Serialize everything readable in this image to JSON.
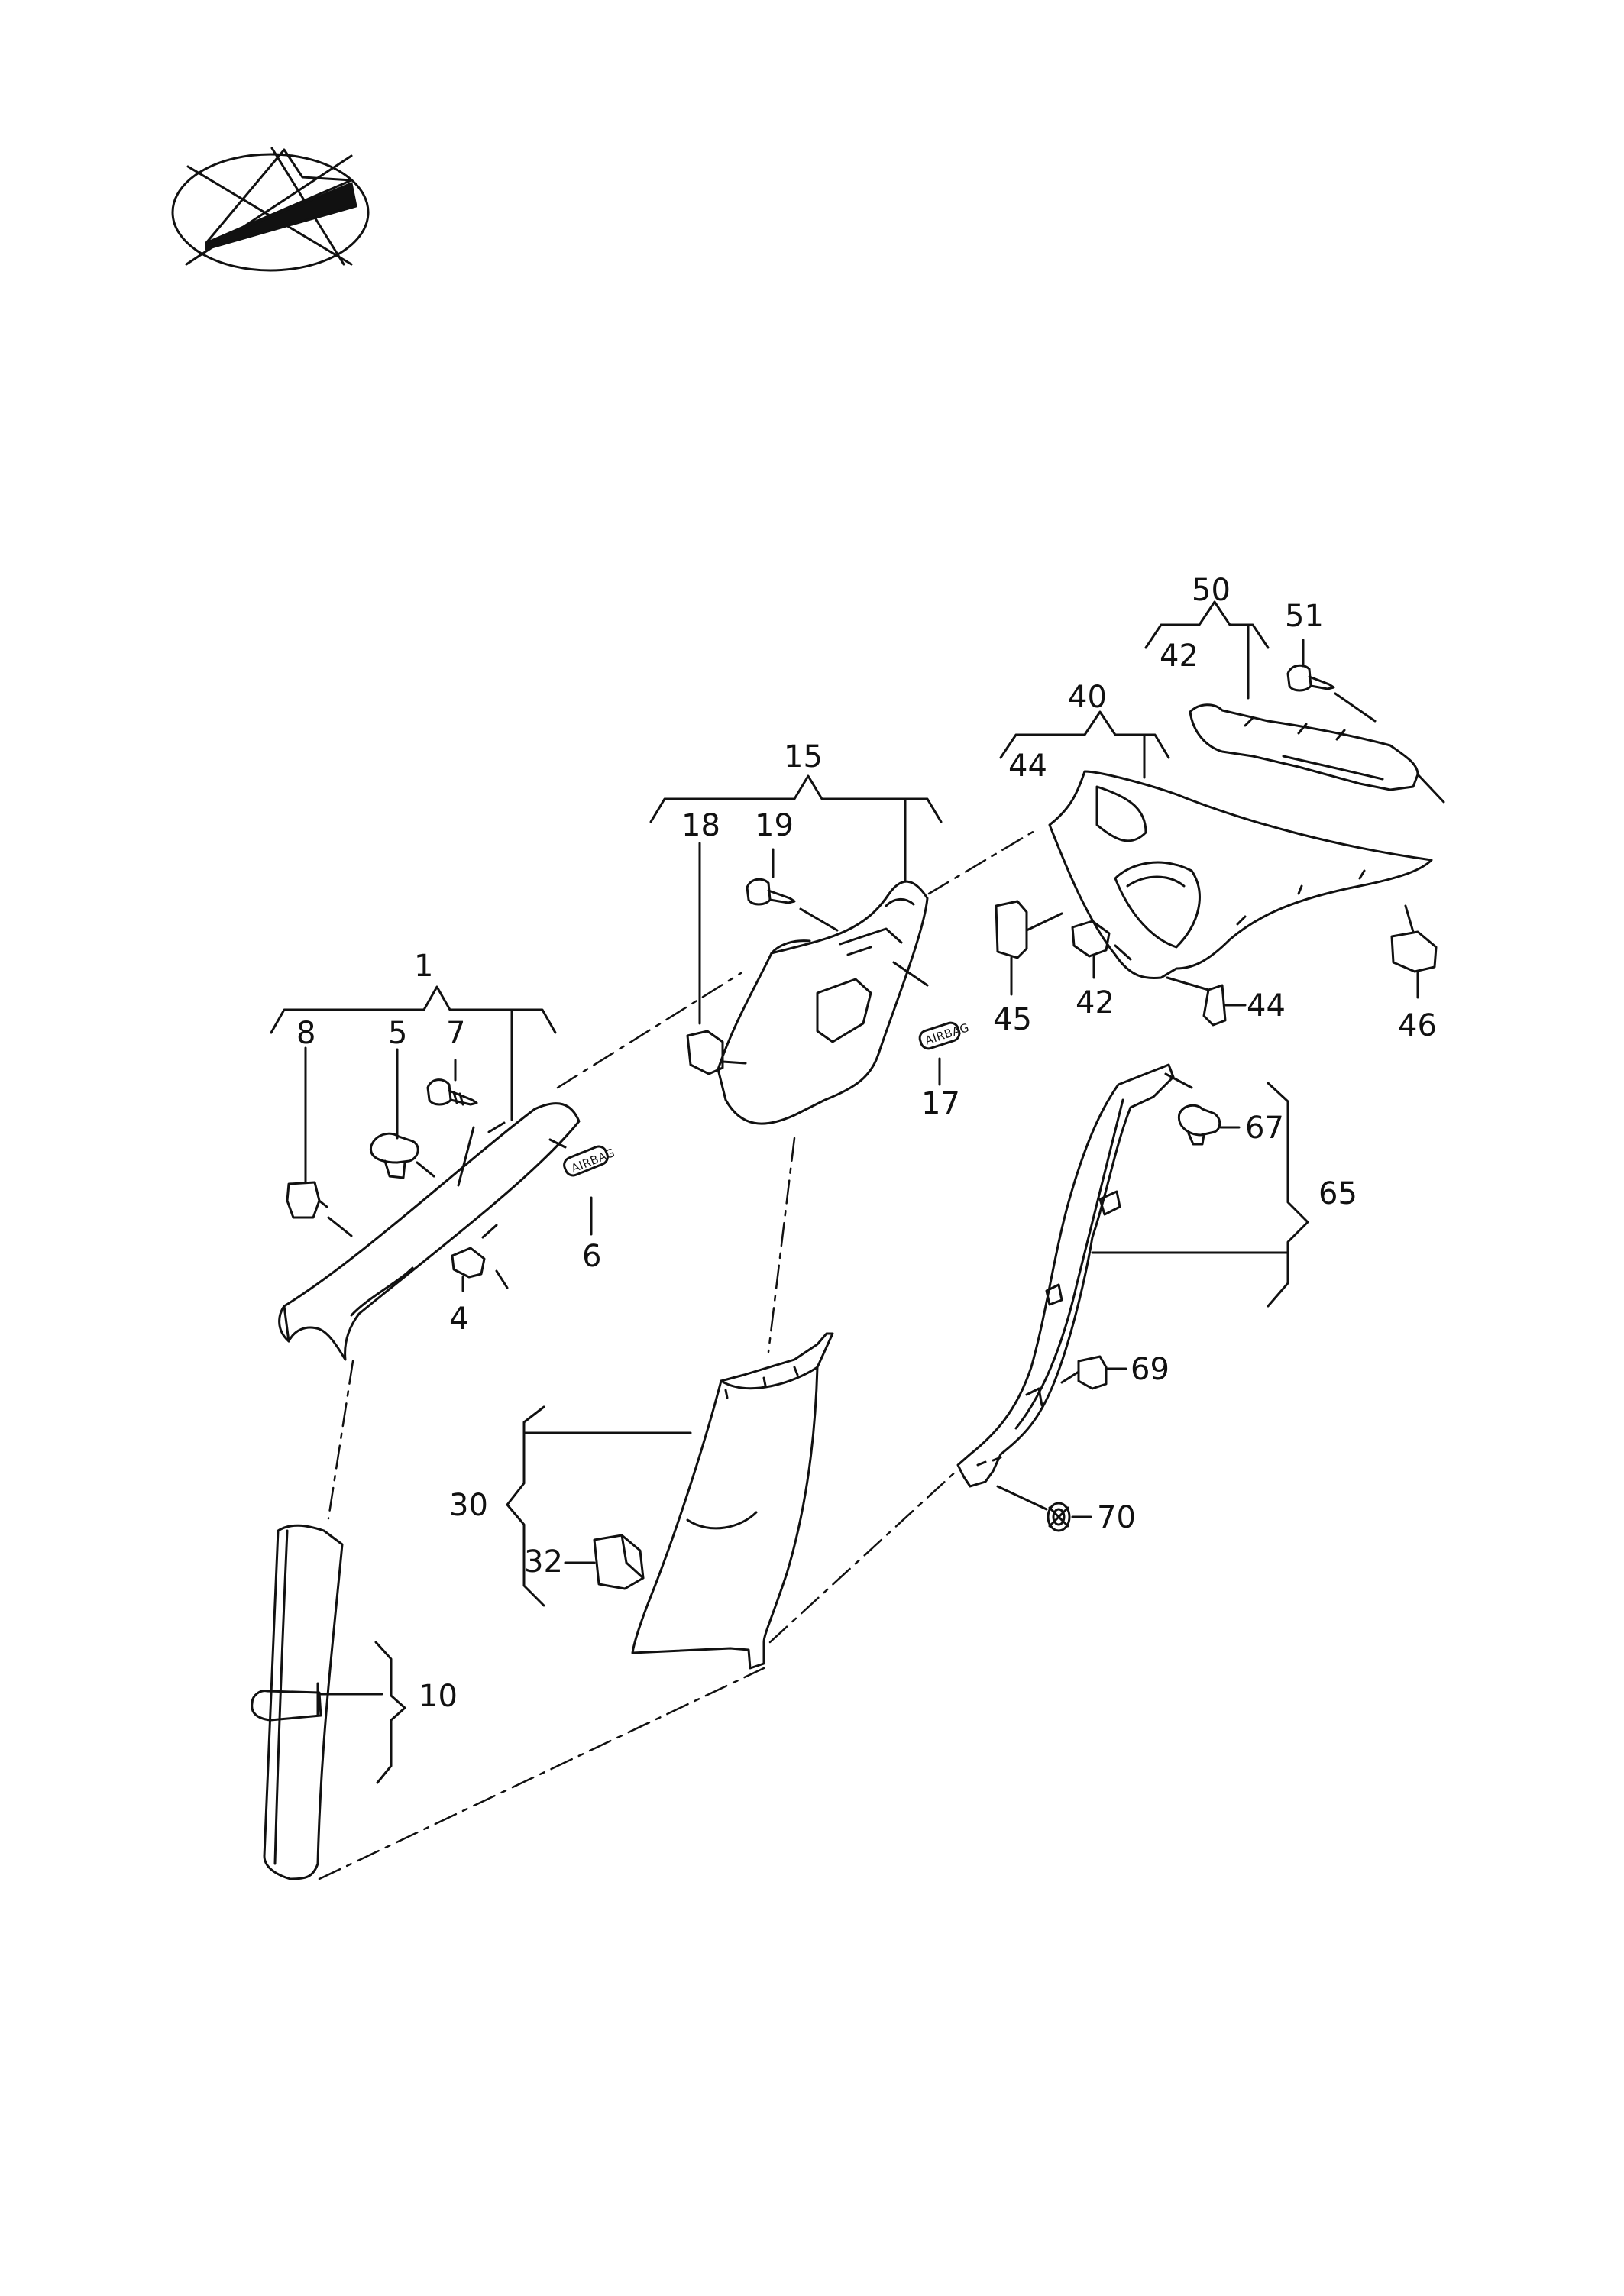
{
  "colors": {
    "line": "#111111",
    "background": "#ffffff"
  },
  "icons": {
    "orientation": "orientation-compass-icon"
  },
  "callouts": {
    "c1": "1",
    "c4": "4",
    "c5": "5",
    "c6": "6",
    "c7": "7",
    "c8": "8",
    "c10": "10",
    "c15": "15",
    "c17": "17",
    "c18": "18",
    "c19": "19",
    "c30": "30",
    "c32": "32",
    "c40": "40",
    "c42_top": "42",
    "c42_mid": "42",
    "c44_top": "44",
    "c44_mid": "44",
    "c45": "45",
    "c46": "46",
    "c50": "50",
    "c51": "51",
    "c65": "65",
    "c67": "67",
    "c69": "69",
    "c70": "70"
  },
  "badges": {
    "part6": "AIRBAG",
    "part17": "AIRBAG"
  }
}
